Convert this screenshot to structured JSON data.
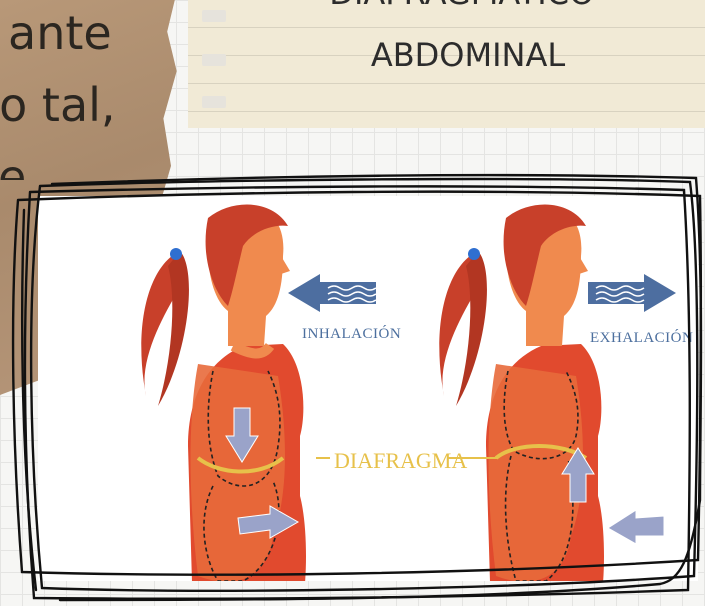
{
  "left_panel": {
    "lines": [
      "ante",
      "no tal,",
      "e"
    ]
  },
  "note": {
    "title_line1": "DIAFRAGMATICO-",
    "title_line2": "ABDOMINAL"
  },
  "diagram": {
    "inhale_label": "INHALACIÓN",
    "exhale_label": "EXHALACIÓN",
    "diaphragm_label": "DIAFRAGMA"
  },
  "colors": {
    "kraft": "#a98a6c",
    "note_paper": "#f1ead6",
    "hair": "#c8402a",
    "skin": "#f08a4e",
    "shirt": "#e14a2e",
    "arrow_blue": "#4d6ea0",
    "diaphragm_yellow": "#e7c14a",
    "inner_arrow": "#9aa3c9"
  },
  "icons": [
    "hair-tie-icon",
    "inhale-arrow-icon",
    "exhale-arrow-icon",
    "down-arrow-icon",
    "up-arrow-icon",
    "push-arrow-icon"
  ]
}
